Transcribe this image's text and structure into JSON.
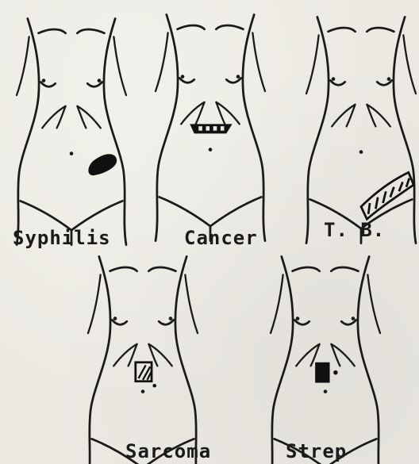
{
  "figures": [
    {
      "id": "syphilis",
      "label": "Syphilis"
    },
    {
      "id": "cancer",
      "label": "Cancer"
    },
    {
      "id": "tb",
      "label": "T. B."
    },
    {
      "id": "sarcoma",
      "label": "Sarcoma"
    },
    {
      "id": "strep",
      "label": "Strep"
    }
  ],
  "colors": {
    "ink": "#1a1a1a",
    "paper": "#ebe9e2"
  }
}
